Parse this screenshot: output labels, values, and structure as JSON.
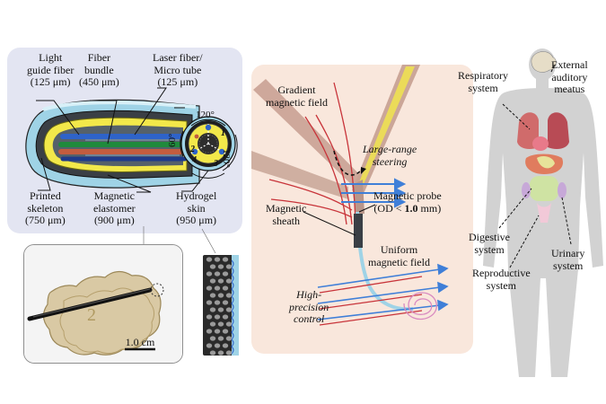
{
  "probe_labels": {
    "light_guide_fiber": [
      "Light",
      "guide fiber",
      "(125 μm)"
    ],
    "fiber_bundle": [
      "Fiber",
      "bundle",
      "(450 μm)"
    ],
    "laser_fiber": [
      "Laser fiber/",
      "Micro tube",
      "(125 μm)"
    ],
    "printed_skeleton": [
      "Printed",
      "skeleton",
      "(750 μm)"
    ],
    "magnetic_elastomer": [
      "Magnetic",
      "elastomer",
      "(900 μm)"
    ],
    "hydrogel_skin": [
      "Hydrogel",
      "skin",
      "(950 μm)"
    ]
  },
  "cross_section": {
    "angle_120_top": "120°",
    "angle_120_right": "120°",
    "angle_60": "60°",
    "channel_numbers": [
      "1",
      "2",
      "3",
      "4"
    ]
  },
  "photo": {
    "scale_bar": "1.0 cm"
  },
  "control_labels": {
    "gradient_field": [
      "Gradient",
      "magnetic field"
    ],
    "steering": [
      "Large-range",
      "steering"
    ],
    "probe": [
      "Magnetic probe"
    ],
    "probe_od_prefix": "(OD < ",
    "probe_od_value": "1.0",
    "probe_od_suffix": " mm)",
    "sheath": [
      "Magnetic",
      "sheath"
    ],
    "uniform_field": [
      "Uniform",
      "magnetic field"
    ],
    "precision": [
      "High-",
      "precision",
      "control"
    ]
  },
  "body_labels": {
    "respiratory": [
      "Respiratory",
      "system"
    ],
    "auditory": [
      "External",
      "auditory",
      "meatus"
    ],
    "digestive": [
      "Digestive",
      "system"
    ],
    "urinary": [
      "Urinary",
      "system"
    ],
    "reproductive": [
      "Reproductive",
      "system"
    ]
  },
  "colors": {
    "probe_panel_bg": "#e3e5f2",
    "control_panel_bg": "#f9e7dc",
    "skin_blue": "#9fd3e6",
    "skeleton_yellow": "#f2e84a",
    "field_arrow_blue": "#3f7fd8",
    "field_line_red": "#c8343a",
    "body_gray": "#d2d2d2"
  }
}
